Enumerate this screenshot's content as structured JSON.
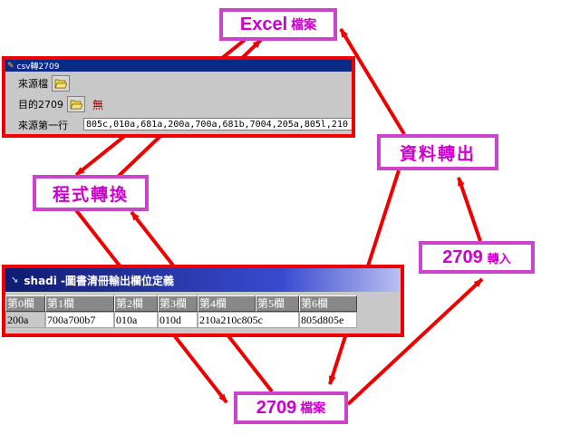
{
  "labels": {
    "excel_main": "Excel",
    "excel_small": "檔案",
    "program": "程式轉換",
    "output": "資料轉出",
    "import_main": "2709",
    "import_small": "轉入",
    "file_main": "2709",
    "file_small": "檔案"
  },
  "window1": {
    "title": "csv轉2709",
    "source_label": "來源檔",
    "target_label": "目的2709",
    "target_status": "無",
    "first_line_label": "來源第一行",
    "first_line_value": "805c,010a,681a,200a,700a,681b,7004,205a,805l,210"
  },
  "window2": {
    "title": "shadi -圖書清冊輸出欄位定義",
    "headers": [
      "第0欄",
      "第1欄",
      "第2欄",
      "第3欄",
      "第4欄",
      "第5欄",
      "第6欄"
    ],
    "row": [
      "200a",
      "700a700b7",
      "010a",
      "010d",
      "210a210c805c",
      "",
      "805d805e"
    ]
  },
  "colors": {
    "label_border": "#cc44cc",
    "label_text": "#cc00cc",
    "window_border": "#ee0000",
    "arrow": "#ee0000"
  }
}
